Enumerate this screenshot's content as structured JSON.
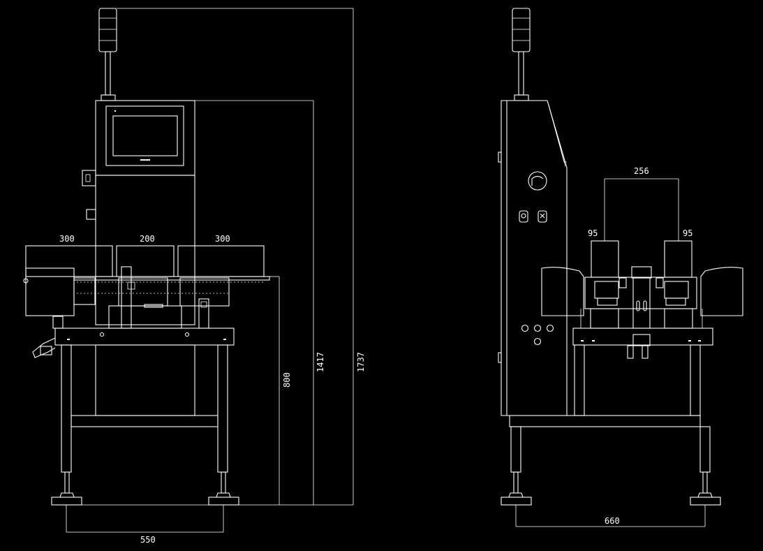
{
  "drawing": {
    "background_color": "#000000",
    "line_color": "#ffffff",
    "front_view": {
      "width_dims": [
        "300",
        "200",
        "300"
      ],
      "height_dims": [
        "800",
        "1417",
        "1737"
      ],
      "leg_spacing": "550"
    },
    "side_view": {
      "top_width": "256",
      "module_widths": [
        "95",
        "95"
      ],
      "leg_spacing": "660"
    }
  }
}
